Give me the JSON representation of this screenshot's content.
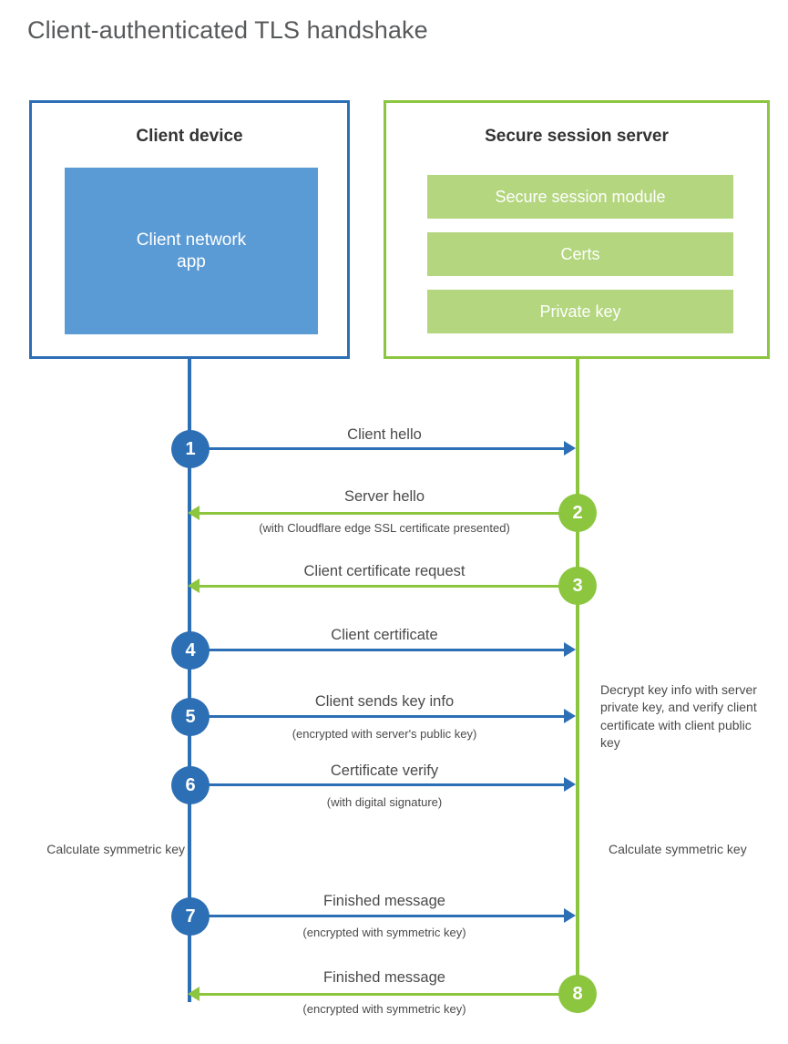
{
  "page": {
    "title": "Client-authenticated TLS handshake",
    "colors": {
      "client_blue": "#2c6fb5",
      "client_app_blue": "#5b9bd5",
      "server_green": "#8cc63f",
      "server_bar_green": "#b3d67e",
      "text_gray": "#4a4a4a",
      "title_gray": "#58595b"
    }
  },
  "client_panel": {
    "title": "Client device",
    "app_label": "Client network\napp",
    "app_label_line1": "Client network",
    "app_label_line2": "app"
  },
  "server_panel": {
    "title": "Secure session server",
    "bars": [
      {
        "label": "Secure session module"
      },
      {
        "label": "Certs"
      },
      {
        "label": "Private key"
      }
    ]
  },
  "steps": [
    {
      "number": "1",
      "label": "Client hello",
      "sublabel": "",
      "direction": "client-to-server",
      "color": "#2c6fb5"
    },
    {
      "number": "2",
      "label": "Server hello",
      "sublabel": "(with Cloudflare edge SSL certificate presented)",
      "direction": "server-to-client",
      "color": "#8cc63f"
    },
    {
      "number": "3",
      "label": "Client certificate request",
      "sublabel": "",
      "direction": "server-to-client",
      "color": "#8cc63f"
    },
    {
      "number": "4",
      "label": "Client certificate",
      "sublabel": "",
      "direction": "client-to-server",
      "color": "#2c6fb5"
    },
    {
      "number": "5",
      "label": "Client sends key info",
      "sublabel": "(encrypted with server's public key)",
      "direction": "client-to-server",
      "color": "#2c6fb5"
    },
    {
      "number": "6",
      "label": "Certificate verify",
      "sublabel": "(with digital signature)",
      "direction": "client-to-server",
      "color": "#2c6fb5"
    },
    {
      "number": "7",
      "label": "Finished message",
      "sublabel": "(encrypted with symmetric key)",
      "direction": "client-to-server",
      "color": "#2c6fb5"
    },
    {
      "number": "8",
      "label": "Finished message",
      "sublabel": "(encrypted with symmetric key)",
      "direction": "server-to-client",
      "color": "#8cc63f"
    }
  ],
  "notes": {
    "server_decrypt": "Decrypt key info with server private key, and verify client certificate with client public key",
    "calculate_symmetric_key_client": "Calculate symmetric key",
    "calculate_symmetric_key_server": "Calculate symmetric key"
  }
}
